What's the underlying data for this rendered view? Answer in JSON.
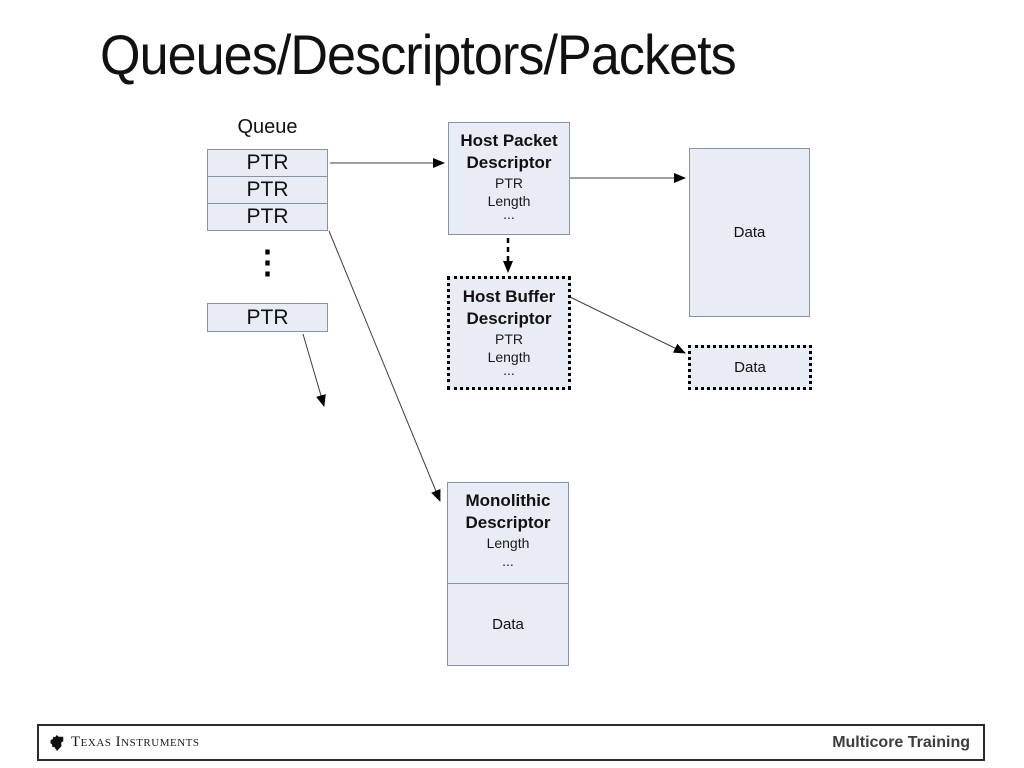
{
  "title": "Queues/Descriptors/Packets",
  "diagram": {
    "queue": {
      "label": "Queue",
      "entries": [
        "PTR",
        "PTR",
        "PTR",
        "PTR"
      ],
      "ellipsis": "⋮"
    },
    "host_packet_descriptor": {
      "title": "Host Packet Descriptor",
      "fields": [
        "PTR",
        "Length",
        "..."
      ]
    },
    "host_buffer_descriptor": {
      "title": "Host Buffer Descriptor",
      "fields": [
        "PTR",
        "Length",
        "..."
      ]
    },
    "monolithic_descriptor": {
      "title": "Monolithic Descriptor",
      "fields": [
        "Length",
        "..."
      ],
      "data_label": "Data"
    },
    "data_large": {
      "label": "Data"
    },
    "data_small": {
      "label": "Data"
    }
  },
  "footer": {
    "brand": "Texas Instruments",
    "training": "Multicore Training"
  },
  "colors": {
    "box_fill": "#e8ecf5",
    "box_border": "#8a93a3",
    "dotted_border": "#000000",
    "line": "#3f3f3f",
    "footer_text": "#3d3d3d"
  }
}
